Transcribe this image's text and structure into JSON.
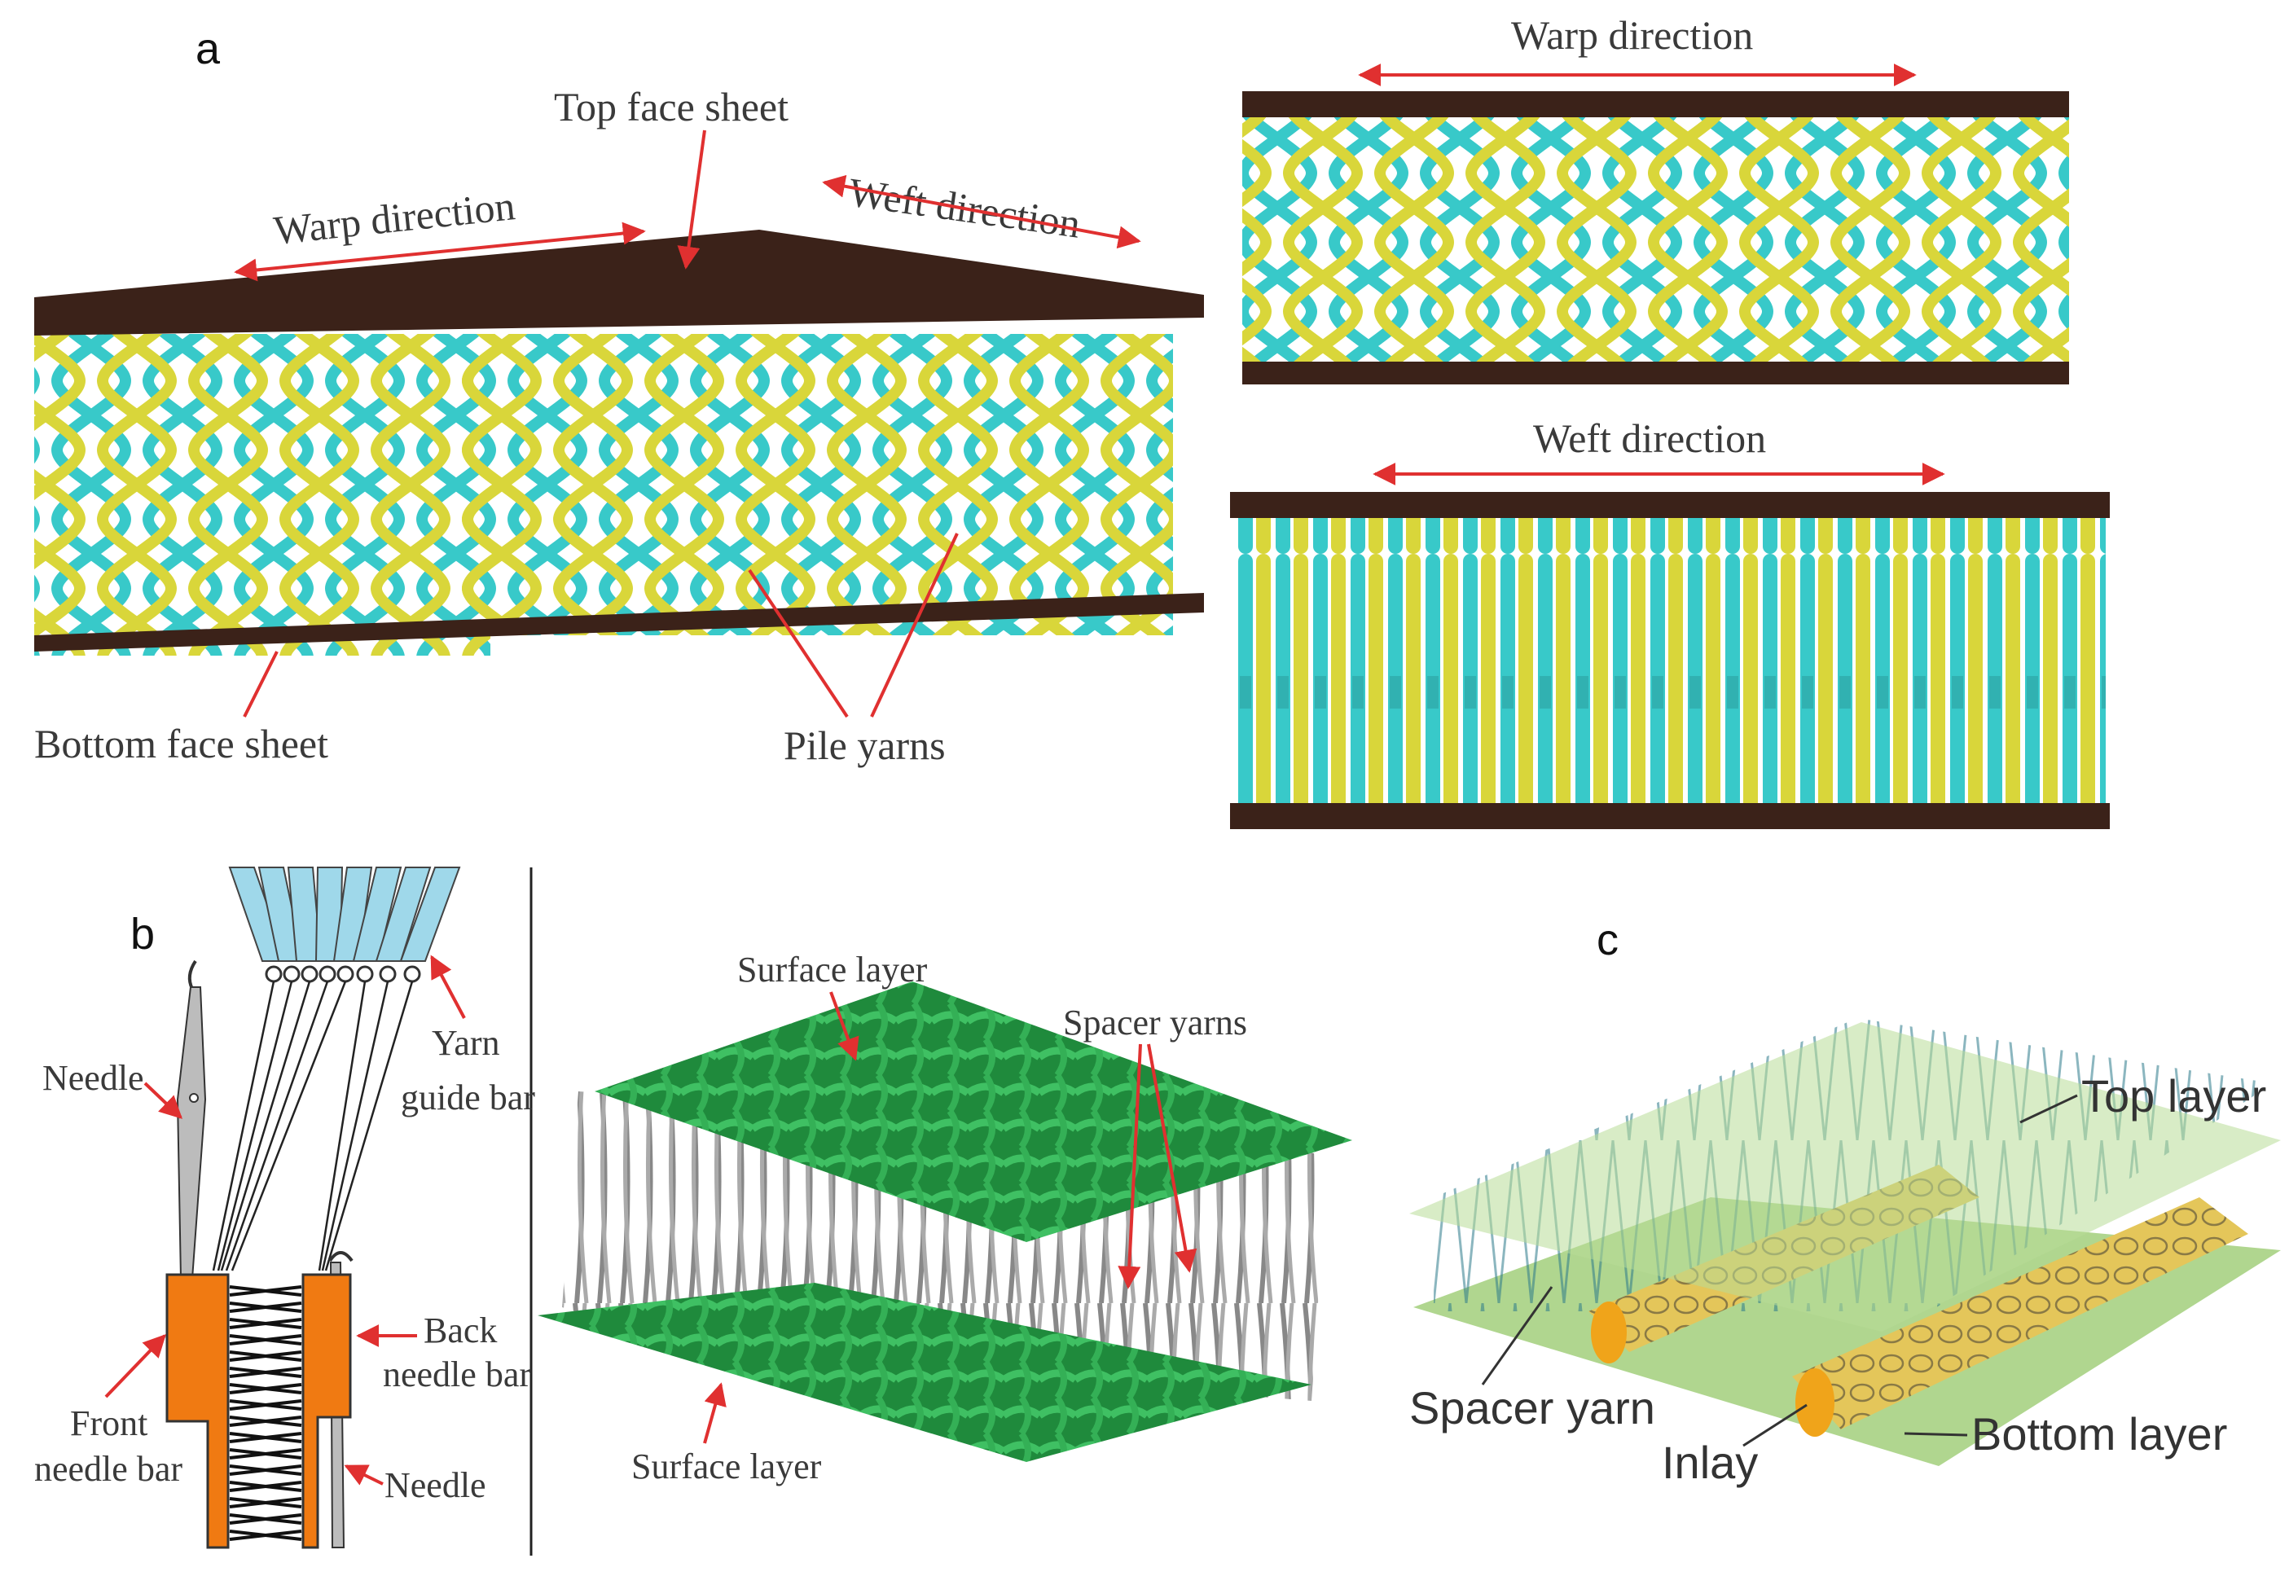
{
  "panels": {
    "a": {
      "letter": "a",
      "top_face_sheet": "Top face sheet",
      "warp_direction": "Warp direction",
      "weft_direction": "Weft direction",
      "bottom_face_sheet": "Bottom face sheet",
      "pile_yarns": "Pile yarns",
      "side_warp_title": "Warp direction",
      "side_weft_title": "Weft direction"
    },
    "b": {
      "letter": "b",
      "needle_left": "Needle",
      "yarn_guide_bar_1": "Yarn",
      "yarn_guide_bar_2": "guide bar",
      "back_needle_bar_1": "Back",
      "back_needle_bar_2": "needle bar",
      "front_needle_bar_1": "Front",
      "front_needle_bar_2": "needle bar",
      "needle_right": "Needle",
      "surface_layer_top": "Surface layer",
      "spacer_yarns": "Spacer yarns",
      "surface_layer_bottom": "Surface layer"
    },
    "c": {
      "letter": "c",
      "top_layer": "Top layer",
      "spacer_yarn": "Spacer yarn",
      "inlay": "Inlay",
      "bottom_layer": "Bottom layer"
    }
  },
  "colors": {
    "face_sheet": "#3b2219",
    "yarn_cyan": "#38c9c9",
    "yarn_yellow": "#d9d63a",
    "arrow_red": "#e03030",
    "needle_bar_orange": "#f07a12",
    "guide_bar_blue": "#9fd8ea",
    "fabric_green": "#2aa04a",
    "spacer_gray": "#8a8a8a",
    "layer_green": "#9ccc7c",
    "inlay_yellow": "#e8c84a"
  }
}
